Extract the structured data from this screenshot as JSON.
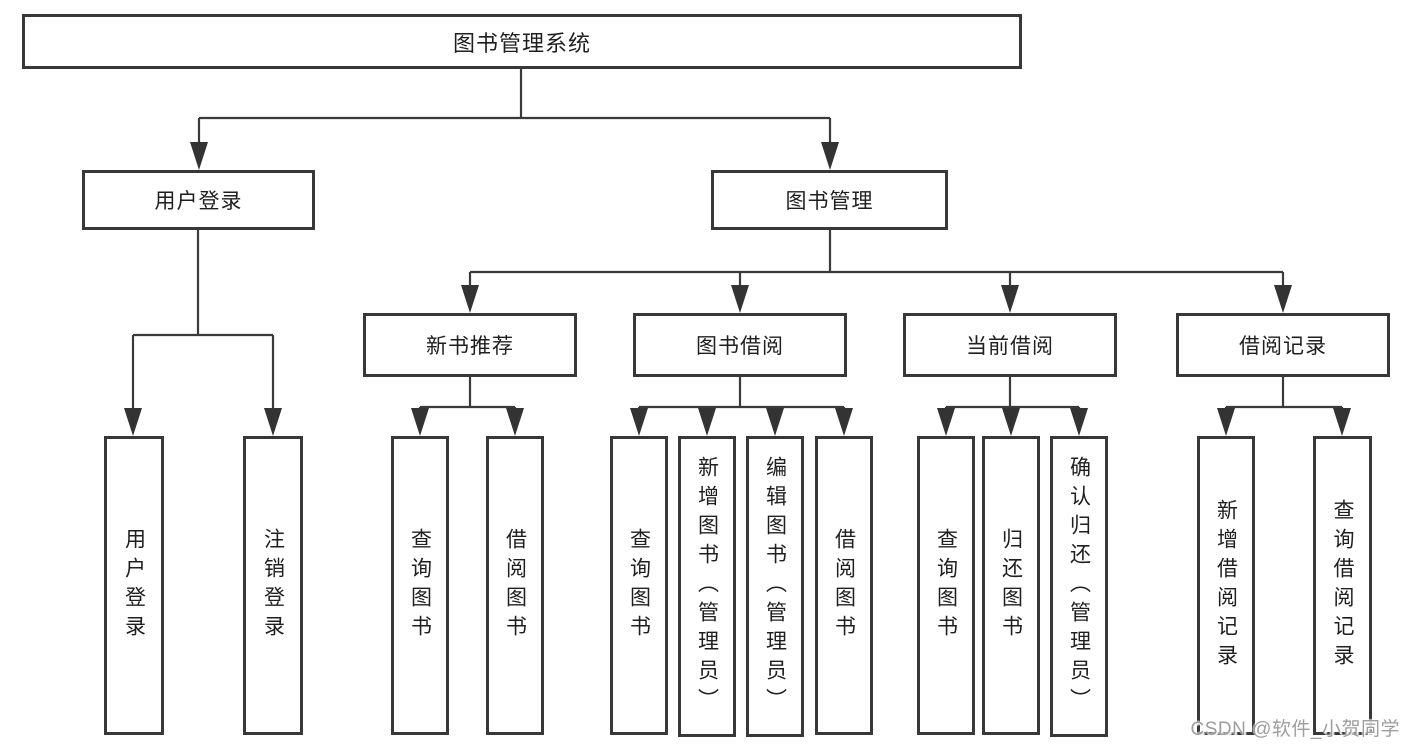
{
  "diagram_title": "图书管理系统",
  "tree": {
    "label": "图书管理系统",
    "children": [
      {
        "label": "用户登录",
        "children": [
          {
            "label": "用户登录"
          },
          {
            "label": "注销登录"
          }
        ]
      },
      {
        "label": "图书管理",
        "children": [
          {
            "label": "新书推荐",
            "children": [
              {
                "label": "查询图书"
              },
              {
                "label": "借阅图书"
              }
            ]
          },
          {
            "label": "图书借阅",
            "children": [
              {
                "label": "查询图书"
              },
              {
                "label": "新增图书（管理员）"
              },
              {
                "label": "编辑图书（管理员）"
              },
              {
                "label": "借阅图书"
              }
            ]
          },
          {
            "label": "当前借阅",
            "children": [
              {
                "label": "查询图书"
              },
              {
                "label": "归还图书"
              },
              {
                "label": "确认归还（管理员）"
              }
            ]
          },
          {
            "label": "借阅记录",
            "children": [
              {
                "label": "新增借阅记录"
              },
              {
                "label": "查询借阅记录"
              }
            ]
          }
        ]
      }
    ]
  },
  "watermark": {
    "text": "CSDN @软件_小贺同学"
  },
  "colors": {
    "line": "#3a3a3a",
    "border": "#383838",
    "text": "#1f1f1f",
    "watermark_gray": "#9e9e9e",
    "background": "#ffffff"
  }
}
